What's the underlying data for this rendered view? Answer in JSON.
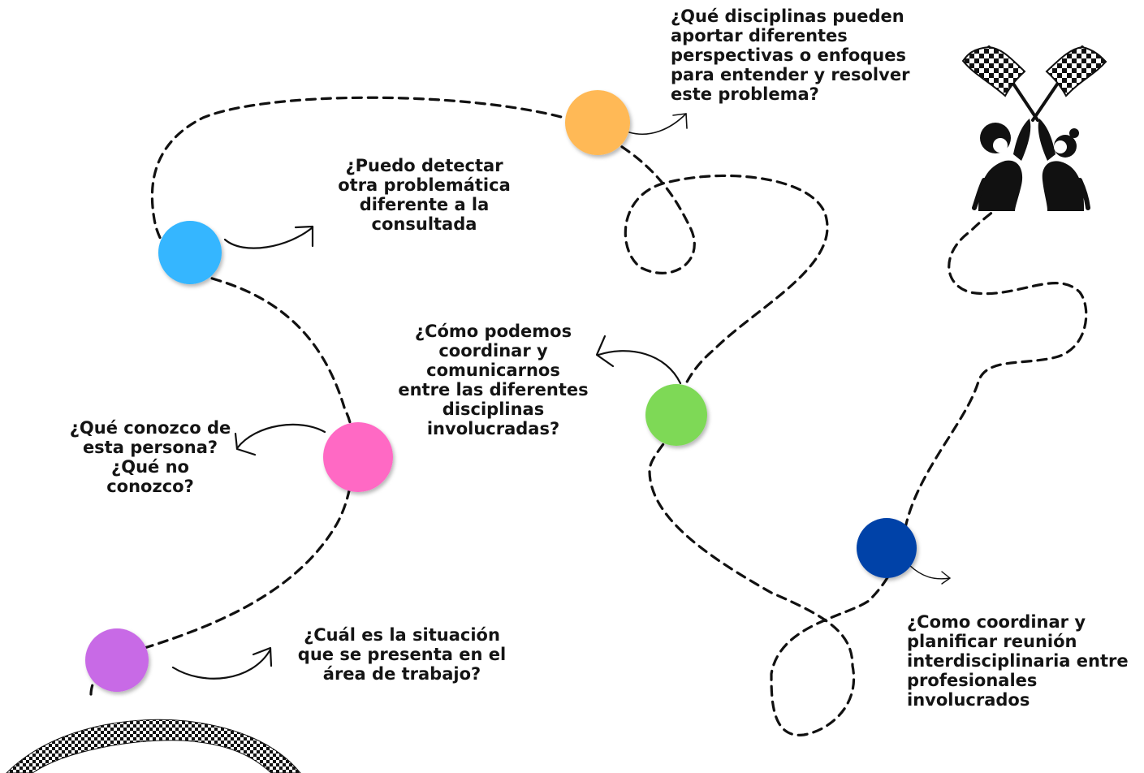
{
  "colors": {
    "path": "#111111",
    "text": "#141414",
    "dot_purple": "#c86ae6",
    "dot_pink": "#ff69c4",
    "dot_blue": "#35b6ff",
    "dot_orange": "#ffb957",
    "dot_green": "#7ed957",
    "dot_navy": "#0043a8"
  },
  "steps": [
    {
      "color": "purple",
      "question": "¿Cuál es la situación\nque se presenta en el\nárea de trabajo?"
    },
    {
      "color": "pink",
      "question": "¿Qué conozco de\nesta persona?\n¿Qué no\nconozco?"
    },
    {
      "color": "blue",
      "question": "¿Puedo detectar\notra problemática\ndiferente a la\nconsultada"
    },
    {
      "color": "orange",
      "question": "¿Qué disciplinas pueden\naportar diferentes\nperspectivas o enfoques\npara entender y resolver\neste problema?"
    },
    {
      "color": "green",
      "question": "¿Cómo podemos\ncoordinar y\ncomunicarnos\nentre las diferentes\ndisciplinas\ninvolucradas?"
    },
    {
      "color": "navy",
      "question": "¿Como coordinar y\nplanificar reunión\ninterdisciplinaria entre\nprofesionales\ninvolucrados"
    }
  ],
  "icons": {
    "start": "checkered-start-icon",
    "finish": "checkered-flags-high-five-icon"
  }
}
